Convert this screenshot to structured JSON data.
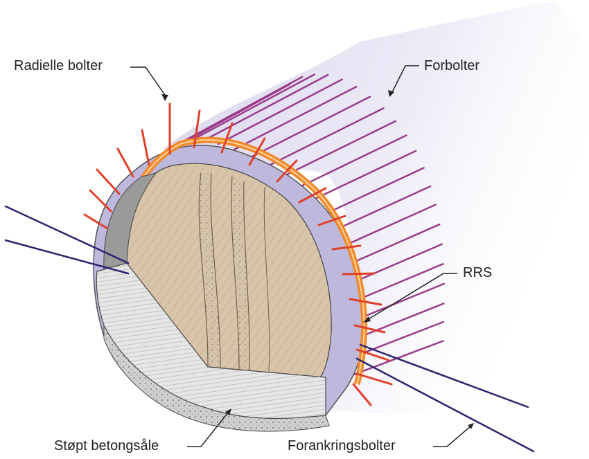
{
  "labels": {
    "radial_bolts": "Radielle bolter",
    "spiling_bolts": "Forbolter",
    "rrs": "RRS",
    "cast_invert": "Støpt betongsåle",
    "anchor_bolts": "Forankringsbolter"
  },
  "colors": {
    "radial_bolt": "#e0402a",
    "spiling_bolt": "#9a3b8a",
    "anchor_bolt": "#2a2670",
    "rrs_arch": "#f08a2a",
    "shotcrete": "#bdb8dc",
    "rock_face": "#d8c4a8",
    "invert_concrete": "#e6e6e6",
    "tunnel_shell": "#ece9f6",
    "label_text": "#222222"
  }
}
